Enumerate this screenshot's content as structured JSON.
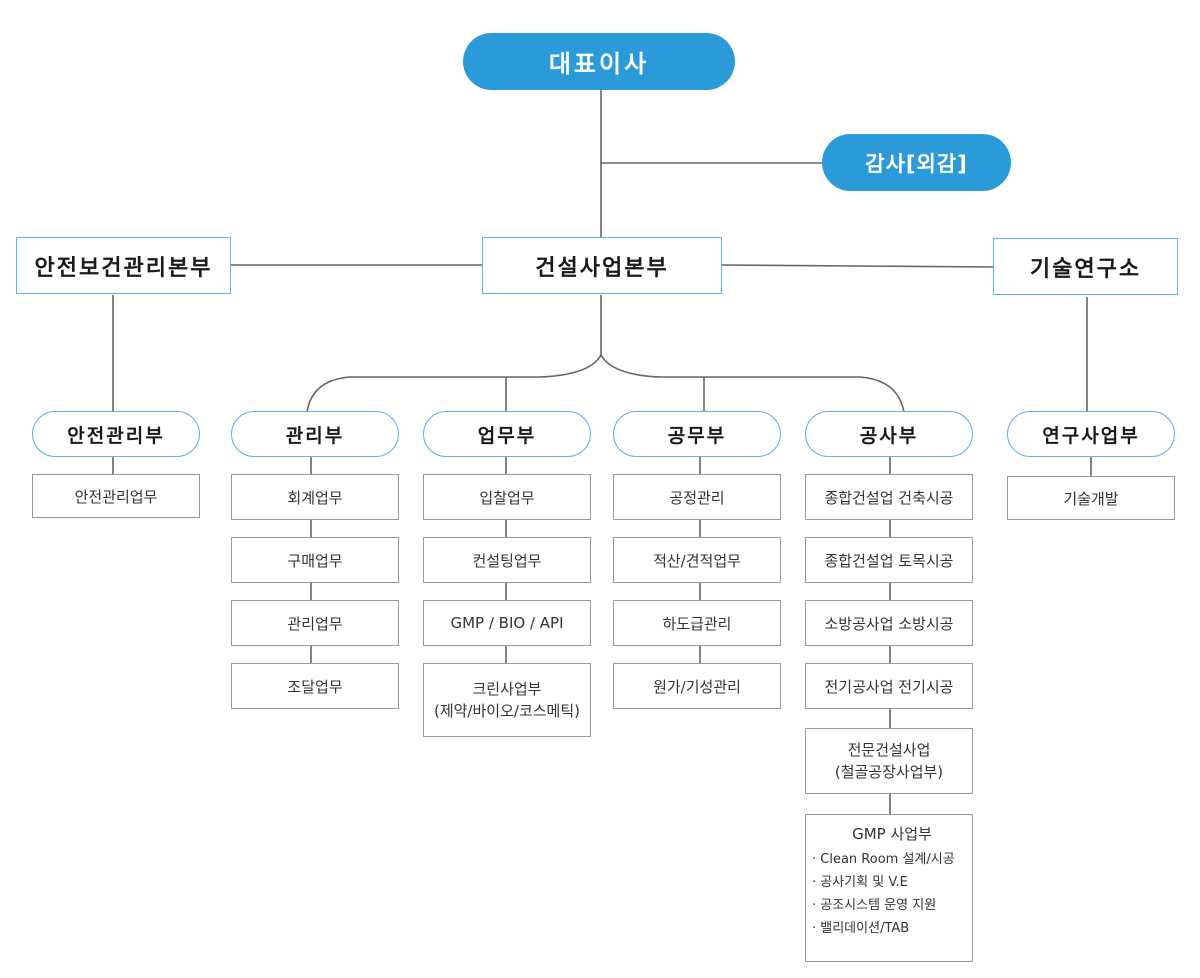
{
  "ceo": "대표이사",
  "audit": "감사[외감]",
  "divisions": {
    "safety": "안전보건관리본부",
    "construction": "건설사업본부",
    "research": "기술연구소"
  },
  "departments": {
    "safety_mgmt": "안전관리부",
    "management": "관리부",
    "business": "업무부",
    "engineering": "공무부",
    "construction_work": "공사부",
    "research_biz": "연구사업부"
  },
  "tasks": {
    "safety_mgmt": [
      "안전관리업무"
    ],
    "management": [
      "회계업무",
      "구매업무",
      "관리업무",
      "조달업무"
    ],
    "business": [
      "입찰업무",
      "컨설팅업무",
      "GMP / BIO / API"
    ],
    "business_clean": {
      "line1": "크린사업부",
      "line2": "(제약/바이오/코스메틱)"
    },
    "engineering": [
      "공정관리",
      "적산/견적업무",
      "하도급관리",
      "원가/기성관리"
    ],
    "construction_work": [
      "종합건설업 건축시공",
      "종합건설업 토목시공",
      "소방공사업 소방시공",
      "전기공사업 전기시공"
    ],
    "construction_special": {
      "line1": "전문건설사업",
      "line2": "(철골공장사업부)"
    },
    "gmp": {
      "title": "GMP 사업부",
      "items": [
        "· Clean Room 설계/시공",
        "· 공사기획 및 V.E",
        "· 공조시스템 운영 지원",
        "· 밸리데이션/TAB"
      ]
    },
    "research_biz": [
      "기술개발"
    ]
  },
  "colors": {
    "accent": "#2a9ad8",
    "border": "#5fb4e2",
    "line": "#666666"
  }
}
